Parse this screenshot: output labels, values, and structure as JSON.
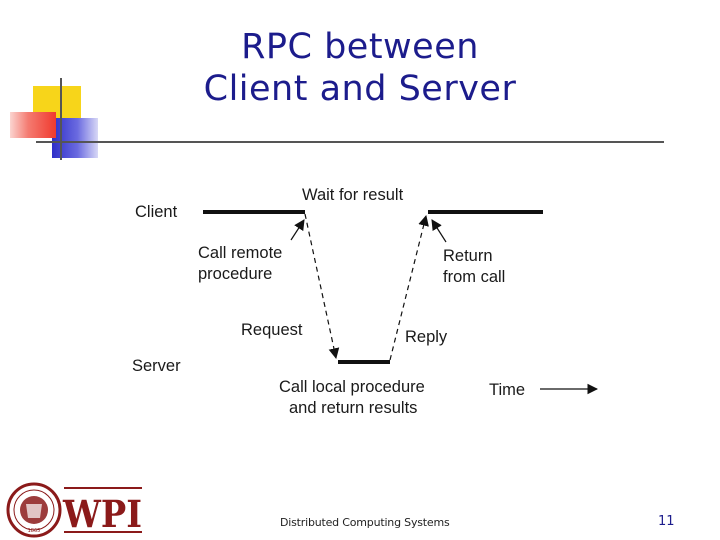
{
  "slide": {
    "title_line1": "RPC between",
    "title_line2": "Client and Server",
    "footer": "Distributed Computing Systems",
    "page_number": "11"
  },
  "diagram": {
    "client_label": "Client",
    "server_label": "Server",
    "wait_label": "Wait for result",
    "call_remote_line1": "Call remote",
    "call_remote_line2": "procedure",
    "return_line1": "Return",
    "return_line2": "from call",
    "request_label": "Request",
    "reply_label": "Reply",
    "call_local_line1": "Call local procedure",
    "call_local_line2": "and return results",
    "time_label": "Time"
  },
  "logo": {
    "text": "WPI",
    "seal_year": "1865"
  },
  "colors": {
    "title": "#1c1c8c",
    "logo_red": "#8b1a1a",
    "deco_yellow": "#f7d51a",
    "deco_red": "#f03a2e",
    "deco_blue": "#3c3cd0"
  }
}
